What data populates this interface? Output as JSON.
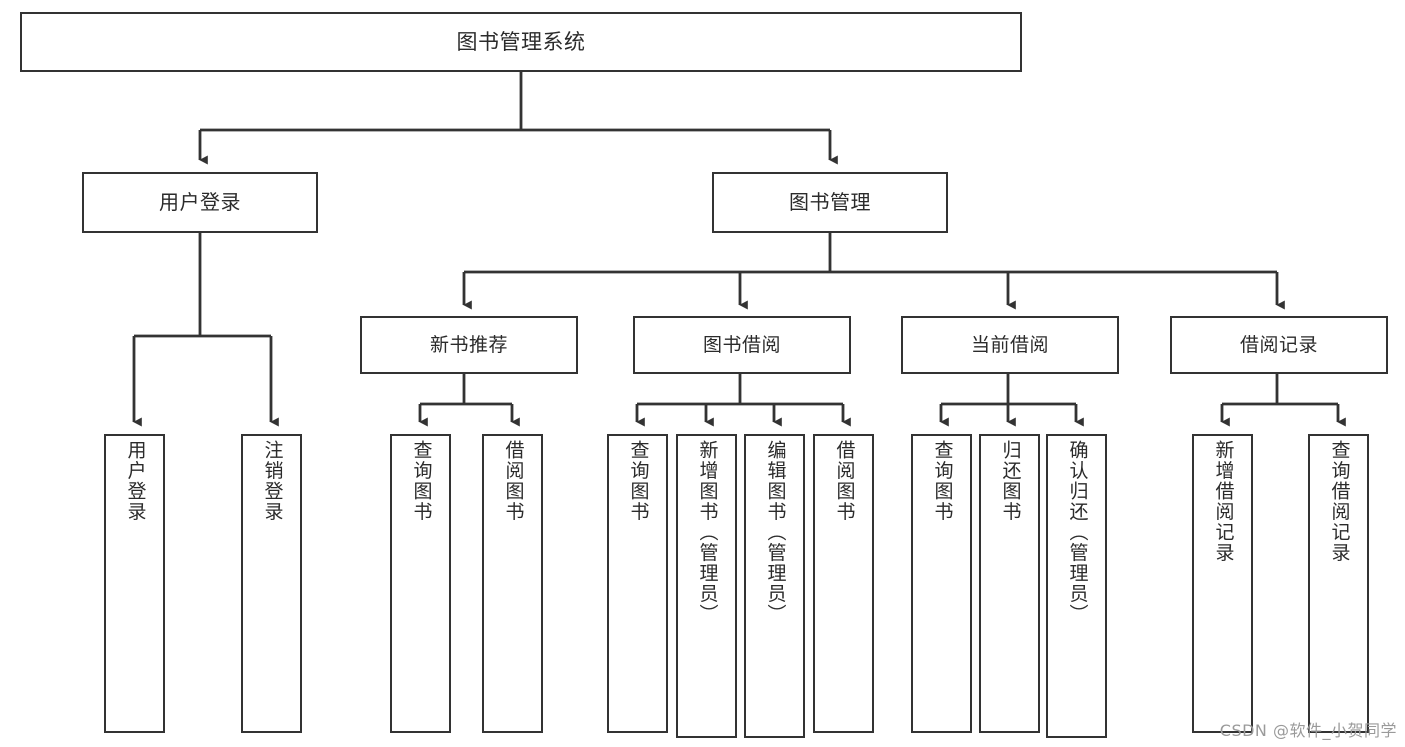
{
  "diagram": {
    "title": "图书管理系统",
    "type": "hierarchy-tree",
    "theme": {
      "background": "#ffffff",
      "line_color": "#333333",
      "border_color": "#333333",
      "text_color": "#2b2b2b",
      "watermark_color": "#9a9a9a"
    },
    "root": {
      "label": "图书管理系统"
    },
    "level1": [
      {
        "label": "用户登录"
      },
      {
        "label": "图书管理"
      }
    ],
    "level2": [
      {
        "label": "新书推荐"
      },
      {
        "label": "图书借阅"
      },
      {
        "label": "当前借阅"
      },
      {
        "label": "借阅记录"
      }
    ],
    "leaves": {
      "user_login": [
        {
          "label": "用户登录"
        },
        {
          "label": "注销登录"
        }
      ],
      "new_book_recommend": [
        {
          "label": "查询图书"
        },
        {
          "label": "借阅图书"
        }
      ],
      "book_borrow": [
        {
          "label": "查询图书"
        },
        {
          "label": "新增图书（管理员）"
        },
        {
          "label": "编辑图书（管理员）"
        },
        {
          "label": "借阅图书"
        }
      ],
      "current_borrow": [
        {
          "label": "查询图书"
        },
        {
          "label": "归还图书"
        },
        {
          "label": "确认归还（管理员）"
        }
      ],
      "borrow_record": [
        {
          "label": "新增借阅记录"
        },
        {
          "label": "查询借阅记录"
        }
      ]
    },
    "watermark": "CSDN @软件_小贺同学"
  }
}
